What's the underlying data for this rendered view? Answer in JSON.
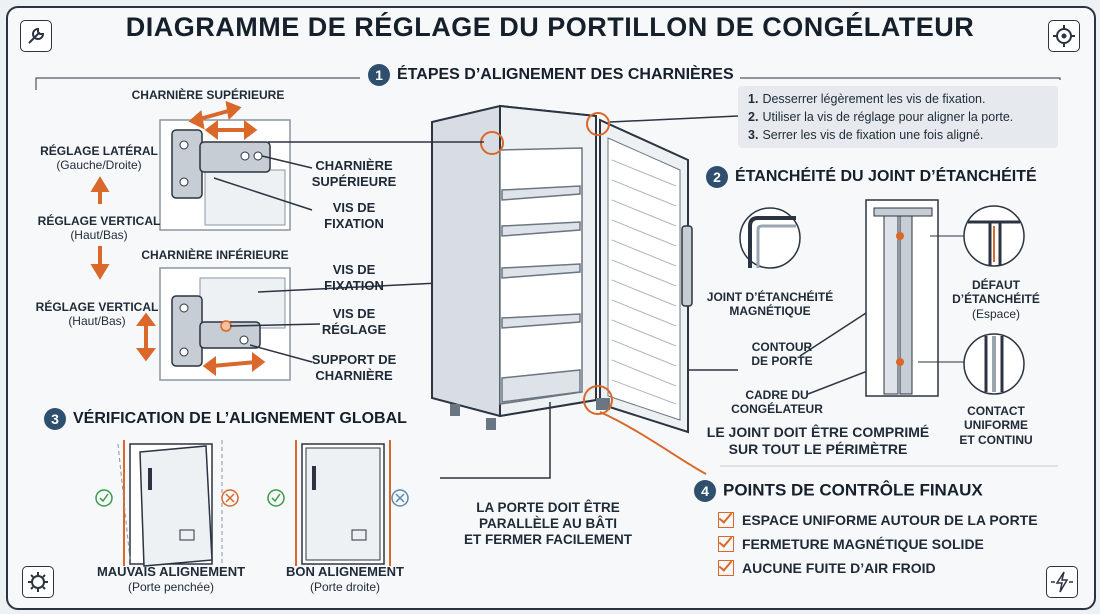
{
  "title": "DIAGRAMME DE RÉGLAGE DU PORTILLON DE CONGÉLATEUR",
  "icons": {
    "top_left": "wrench-icon",
    "top_right": "gear-settings-icon",
    "bottom_left": "gear-icon",
    "bottom_right": "lightning-icon"
  },
  "section1": {
    "number": "1",
    "title": "ÉTAPES D’ALIGNEMENT DES CHARNIÈRES"
  },
  "steps": [
    {
      "n": "1.",
      "text": "Desserrer légèrement les vis de fixation."
    },
    {
      "n": "2.",
      "text": "Utiliser la vis de réglage pour aligner la porte."
    },
    {
      "n": "3.",
      "text": "Serrer les vis de fixation une fois aligné."
    }
  ],
  "hinge": {
    "top_title": "CHARNIÈRE SUPÉRIEURE",
    "lateral": "RÉGLAGE LATÉRAL",
    "lateral_sub": "(Gauche/Droite)",
    "vertical1": "RÉGLAGE VERTICAL",
    "vertical1_sub": "(Haut/Bas)",
    "bottom_title": "CHARNIÈRE INFÉRIEURE",
    "vertical2": "RÉGLAGE VERTICAL",
    "vertical2_sub": "(Haut/Bas)",
    "callout_top_hinge_1": "CHARNIÈRE",
    "callout_top_hinge_2": "SUPÉRIEURE",
    "callout_fix1_1": "VIS DE",
    "callout_fix1_2": "FIXATION",
    "callout_fix2_1": "VIS DE",
    "callout_fix2_2": "FIXATION",
    "callout_adj_1": "VIS DE",
    "callout_adj_2": "RÉGLAGE",
    "callout_support_1": "SUPPORT DE",
    "callout_support_2": "CHARNIÈRE"
  },
  "section2": {
    "number": "2",
    "title": "ÉTANCHÉITÉ DU JOINT D’ÉTANCHÉITÉ",
    "joint_1": "JOINT D’ÉTANCHÉITÉ",
    "joint_2": "MAGNÉTIQUE",
    "contour_1": "CONTOUR",
    "contour_2": "DE PORTE",
    "cadre_1": "CADRE DU",
    "cadre_2": "CONGÉLATEUR",
    "defaut_1": "DÉFAUT",
    "defaut_2": "D’ÉTANCHÉITÉ",
    "defaut_3": "(Espace)",
    "contact_1": "CONTACT",
    "contact_2": "UNIFORME",
    "contact_3": "ET CONTINU",
    "note_1": "LE JOINT DOIT ÊTRE COMPRIMÉ",
    "note_2": "SUR TOUT LE PÉRIMÈTRE"
  },
  "section3": {
    "number": "3",
    "title": "VÉRIFICATION DE L’ALIGNEMENT GLOBAL",
    "bad": "MAUVAIS ALIGNEMENT",
    "bad_sub": "(Porte penchée)",
    "good": "BON ALIGNEMENT",
    "good_sub": "(Porte droite)",
    "note_1": "LA PORTE DOIT ÊTRE",
    "note_2": "PARALLÈLE AU BÂTI",
    "note_3": "ET FERMER FACILEMENT"
  },
  "section4": {
    "number": "4",
    "title": "POINTS DE CONTRÔLE FINAUX",
    "items": [
      "ESPACE UNIFORME AUTOUR DE LA PORTE",
      "FERMETURE MAGNÉTIQUE SOLIDE",
      "AUCUNE FUITE D’AIR FROID"
    ]
  },
  "colors": {
    "accent": "#d9682a",
    "navy": "#2f4f6f",
    "line": "#2b3440"
  }
}
